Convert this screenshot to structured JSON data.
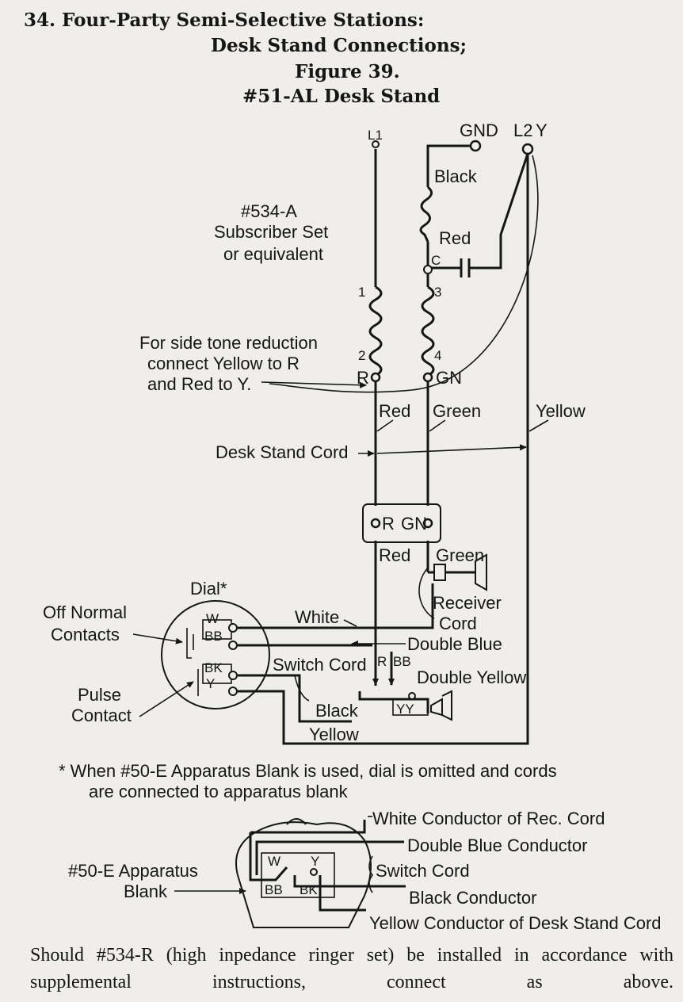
{
  "heading": {
    "line1": "34.  Four-Party Semi-Selective Stations:",
    "line2": "Desk Stand Connections;",
    "line3": "Figure 39.",
    "line4": "#51-AL Desk Stand"
  },
  "diagram": {
    "terminals": {
      "l1": "L1",
      "gnd": "GND",
      "l2": "L2",
      "y": "Y",
      "c": "C",
      "t1": "1",
      "t2": "2",
      "t3": "3",
      "t4": "4",
      "r": "R",
      "gn": "GN"
    },
    "subscriber_set": {
      "line1": "#534-A",
      "line2": "Subscriber Set",
      "line3": "or equivalent"
    },
    "side_tone": {
      "line1": "For side tone reduction",
      "line2": "connect Yellow to R",
      "line3": "and Red to Y."
    },
    "wires": {
      "black": "Black",
      "red": "Red",
      "green": "Green",
      "yellow": "Yellow",
      "white": "White",
      "double_blue": "Double Blue",
      "double_yellow": "Double Yellow"
    },
    "desk_stand_cord": "Desk Stand Cord",
    "junction": {
      "r": "R",
      "gn": "GN"
    },
    "receiver_cord": {
      "line1": "Receiver",
      "line2": "Cord"
    },
    "dial_label": "Dial*",
    "off_normal": {
      "line1": "Off Normal",
      "line2": "Contacts"
    },
    "pulse": {
      "line1": "Pulse",
      "line2": "Contact"
    },
    "dial_terminals": {
      "w": "W",
      "bb": "BB",
      "bk": "BK",
      "y": "Y"
    },
    "switch_cord": "Switch Cord",
    "switch_terminals": {
      "r": "R",
      "bb": "BB",
      "yy": "YY"
    },
    "black_wire": "Black",
    "yellow_wire": "Yellow"
  },
  "note": {
    "line1": "* When #50-E Apparatus Blank is used, dial is omitted and cords",
    "line2": "are connected to apparatus blank"
  },
  "blank": {
    "label1": "#50-E Apparatus",
    "label2": "Blank",
    "white_conductor": "White Conductor of Rec. Cord",
    "double_blue_conductor": "Double Blue Conductor",
    "switch_cord": "Switch Cord",
    "black_conductor": "Black Conductor",
    "yellow_conductor": "Yellow Conductor of Desk Stand Cord",
    "terminals": {
      "w": "W",
      "y": "Y",
      "bb": "BB",
      "bk": "BK"
    }
  },
  "footer": "Should #534-R (high inpedance ringer set) be installed in accordance with supplemental instructions, connect as above."
}
